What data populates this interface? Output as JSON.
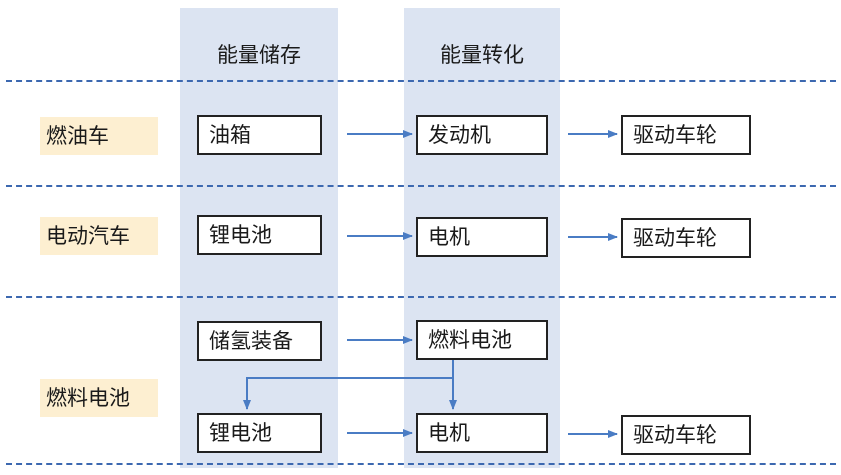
{
  "columns": {
    "storage_header": "能量储存",
    "conversion_header": "能量转化"
  },
  "rows": {
    "fuel_car": {
      "label": "燃油车",
      "storage": "油箱",
      "conversion": "发动机",
      "output": "驱动车轮"
    },
    "electric_car": {
      "label": "电动汽车",
      "storage": "锂电池",
      "conversion": "电机",
      "output": "驱动车轮"
    },
    "fuel_cell": {
      "label": "燃料电池",
      "storage_top": "储氢装备",
      "conversion_top": "燃料电池",
      "storage_bottom": "锂电池",
      "conversion_bottom": "电机",
      "output": "驱动车轮"
    }
  },
  "colors": {
    "column_band": "#dce4f2",
    "row_label_bg": "#fdefd1",
    "arrow": "#4a7cc4",
    "dashed_line": "#3c68b0",
    "box_border": "#222222"
  }
}
